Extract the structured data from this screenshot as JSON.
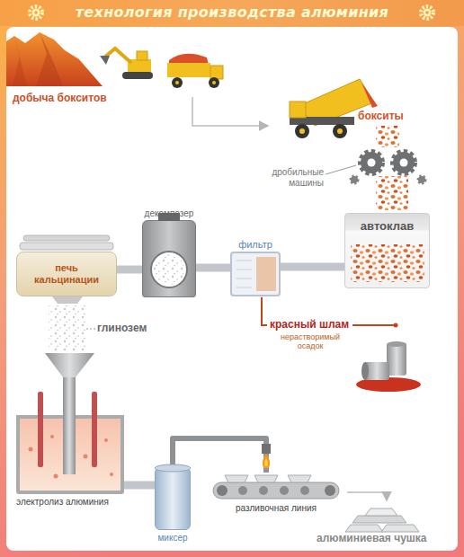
{
  "diagram": {
    "title": "технология производства алюминия",
    "nodes": [
      {
        "text": [
          "автоклав"
        ]
      },
      {
        "text": [
          "фильтр"
        ]
      },
      {
        "text": [
          "декомпозер"
        ]
      },
      {
        "text": [
          "печь кальцинации"
        ]
      },
      {
        "text": [
          "электролиз алюминия"
        ]
      },
      {
        "text": [
          "миксер"
        ]
      },
      {
        "text": [
          "разливочная линия"
        ]
      }
    ],
    "edges": [
      {
        "from": 0,
        "to": 1,
        "arrow": "none"
      },
      {
        "from": 1,
        "to": 2,
        "arrow": "none"
      },
      {
        "from": 2,
        "to": 3,
        "arrow": "none"
      },
      {
        "from": 4,
        "to": 5,
        "arrow": "none"
      },
      {
        "from": 5,
        "to": 6,
        "arrow": "none"
      }
    ],
    "labels": [
      "добыча бокситов",
      "бокситы",
      "дробильные машины",
      "глинозем",
      "красный шлам",
      "нерастворимый осадок",
      "алюминиевая чушка"
    ]
  }
}
